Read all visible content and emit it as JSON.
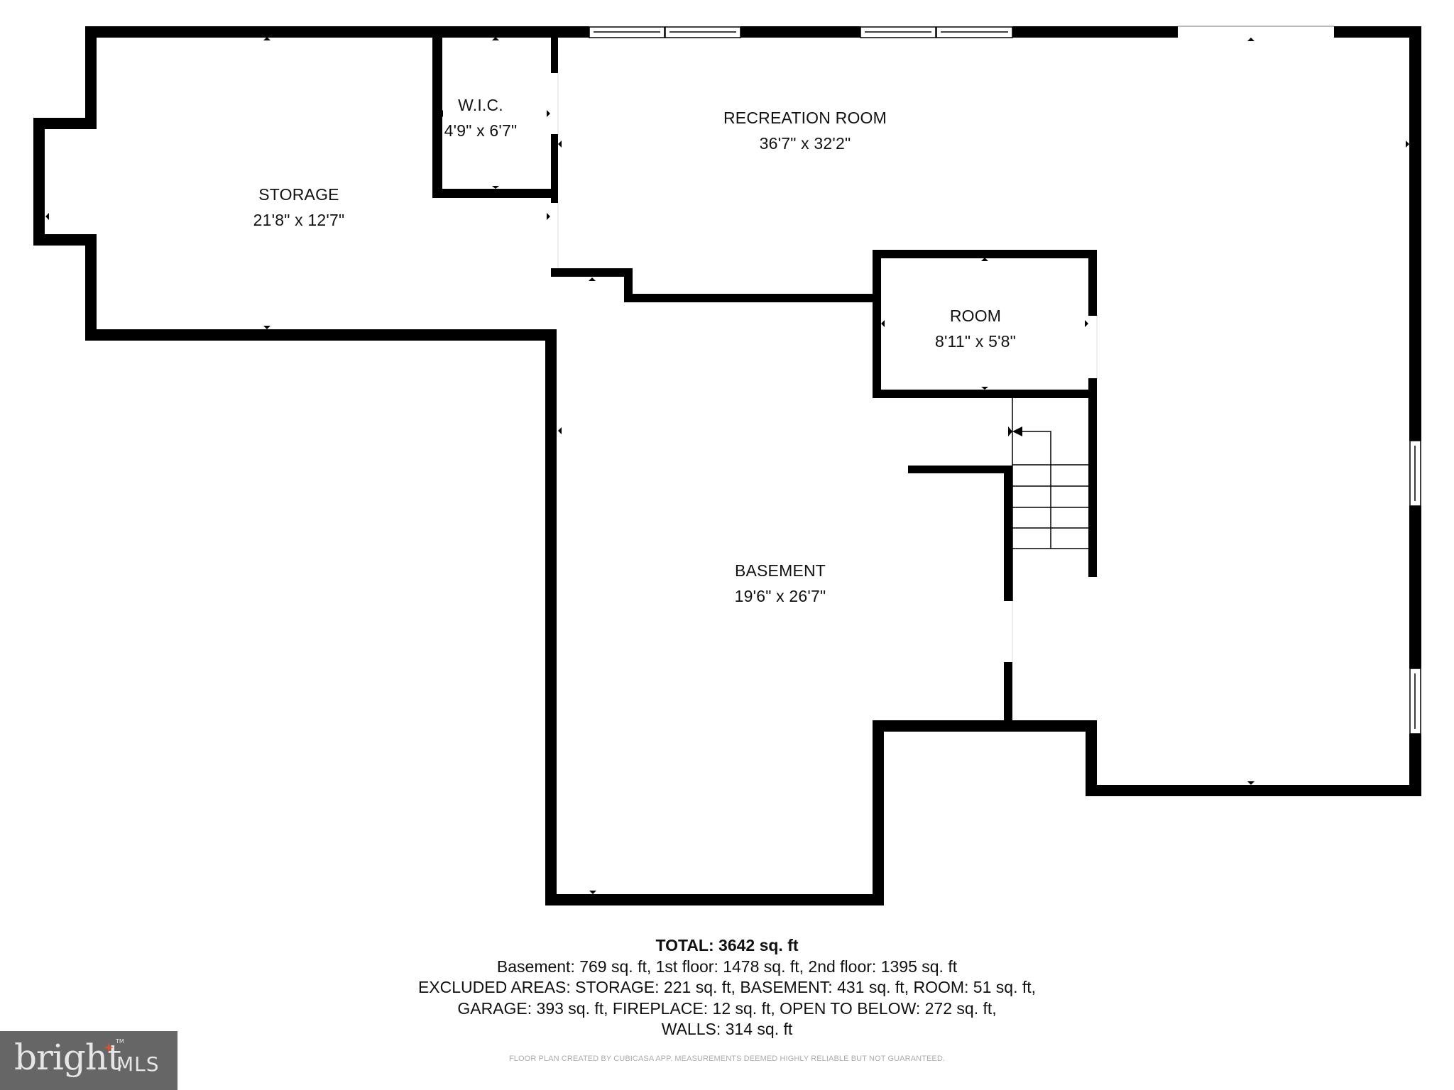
{
  "floor_plan": {
    "rooms": [
      {
        "name": "STORAGE",
        "dimensions": "21'8\" x 12'7\""
      },
      {
        "name": "W.I.C.",
        "dimensions": "4'9\" x 6'7\""
      },
      {
        "name": "RECREATION ROOM",
        "dimensions": "36'7\" x 32'2\""
      },
      {
        "name": "ROOM",
        "dimensions": "8'11\" x 5'8\""
      },
      {
        "name": "BASEMENT",
        "dimensions": "19'6\" x 26'7\""
      }
    ],
    "colors": {
      "wall": "#000000",
      "background": "#ffffff",
      "window_frame": "#000000"
    }
  },
  "summary": {
    "total": "TOTAL: 3642 sq. ft",
    "floors": "Basement: 769 sq. ft, 1st floor: 1478 sq. ft, 2nd floor: 1395 sq. ft",
    "excluded_line1": "EXCLUDED AREAS: STORAGE: 221 sq. ft, BASEMENT: 431 sq. ft, ROOM: 51 sq. ft,",
    "excluded_line2": "GARAGE: 393 sq. ft, FIREPLACE: 12 sq. ft, OPEN TO BELOW: 272 sq. ft,",
    "excluded_line3": "WALLS: 314 sq. ft"
  },
  "disclaimer": "FLOOR PLAN CREATED BY CUBICASA APP. MEASUREMENTS DEEMED HIGHLY RELIABLE BUT NOT GUARANTEED.",
  "logo": {
    "word": "bright",
    "suffix": "MLS",
    "trademark": "TM",
    "background": "#666666",
    "accent": "#e0502b"
  }
}
